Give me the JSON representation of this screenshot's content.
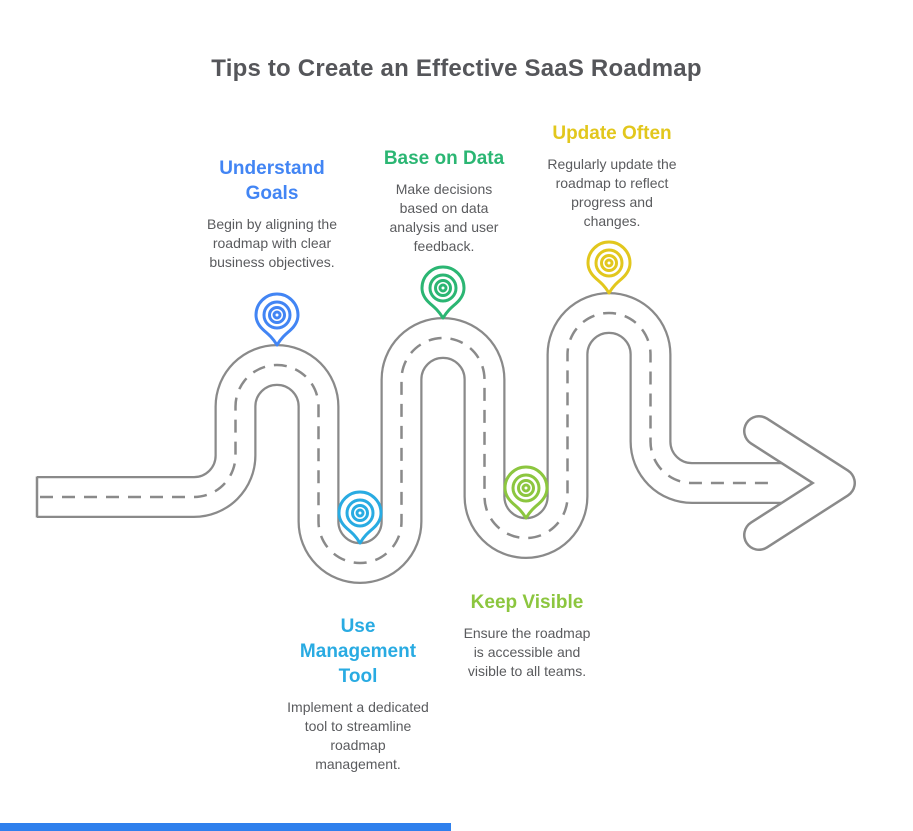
{
  "title": "Tips to Create an Effective SaaS Roadmap",
  "steps": [
    {
      "label": "Understand Goals",
      "description": "Begin by aligning the roadmap with clear business objectives.",
      "color": "#4285F4"
    },
    {
      "label": "Base on Data",
      "description": "Make decisions based on data analysis and user feedback.",
      "color": "#2BB673"
    },
    {
      "label": "Update Often",
      "description": "Regularly update the roadmap to reflect progress and changes.",
      "color": "#E2C71D"
    },
    {
      "label": "Use Management Tool",
      "description": "Implement a dedicated tool to streamline roadmap management.",
      "color": "#29ABE2"
    },
    {
      "label": "Keep Visible",
      "description": "Ensure the roadmap is accessible and visible to all teams.",
      "color": "#8CC63F"
    }
  ],
  "road": {
    "color": "#8A8A8A"
  },
  "loading_bar": {
    "color": "#2F80ED"
  }
}
